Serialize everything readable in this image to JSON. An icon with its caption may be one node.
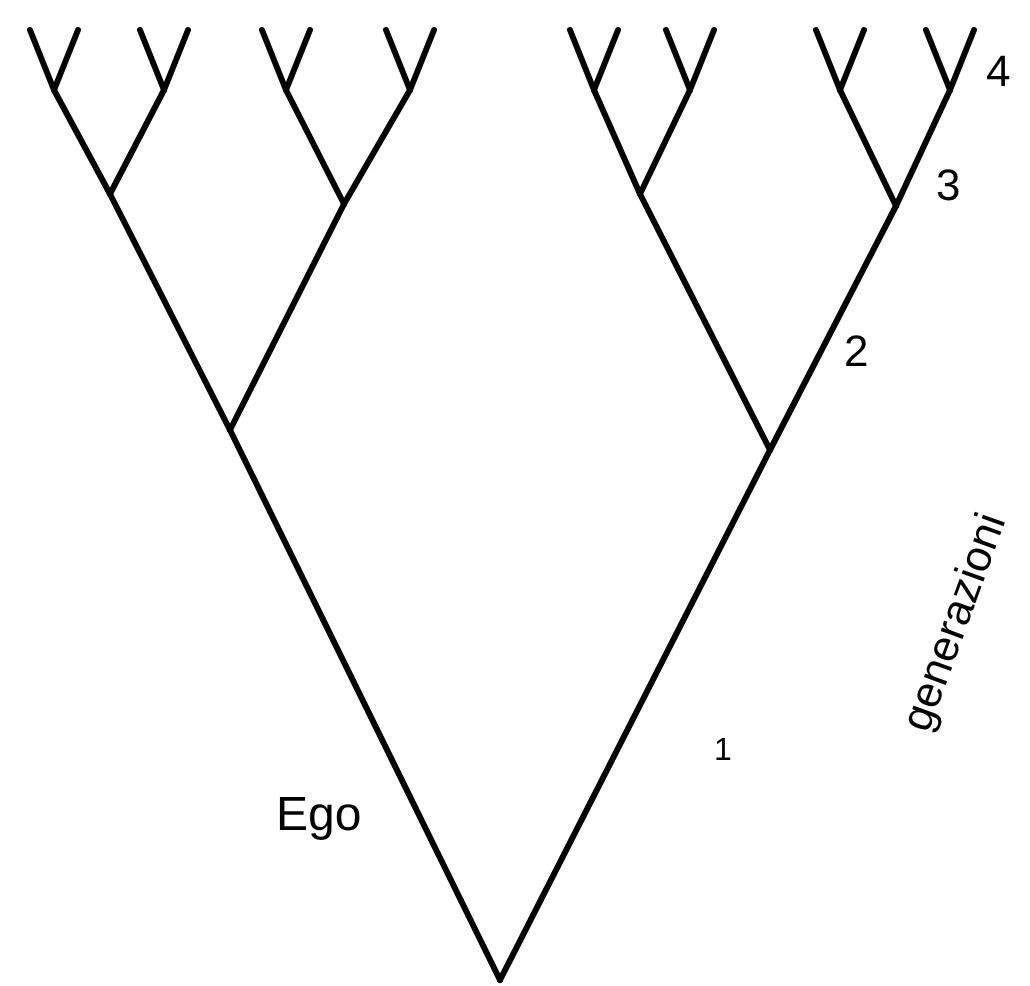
{
  "diagram": {
    "labels": [
      "4",
      "3",
      "2",
      "generazioni",
      "1",
      "Ego"
    ]
  }
}
